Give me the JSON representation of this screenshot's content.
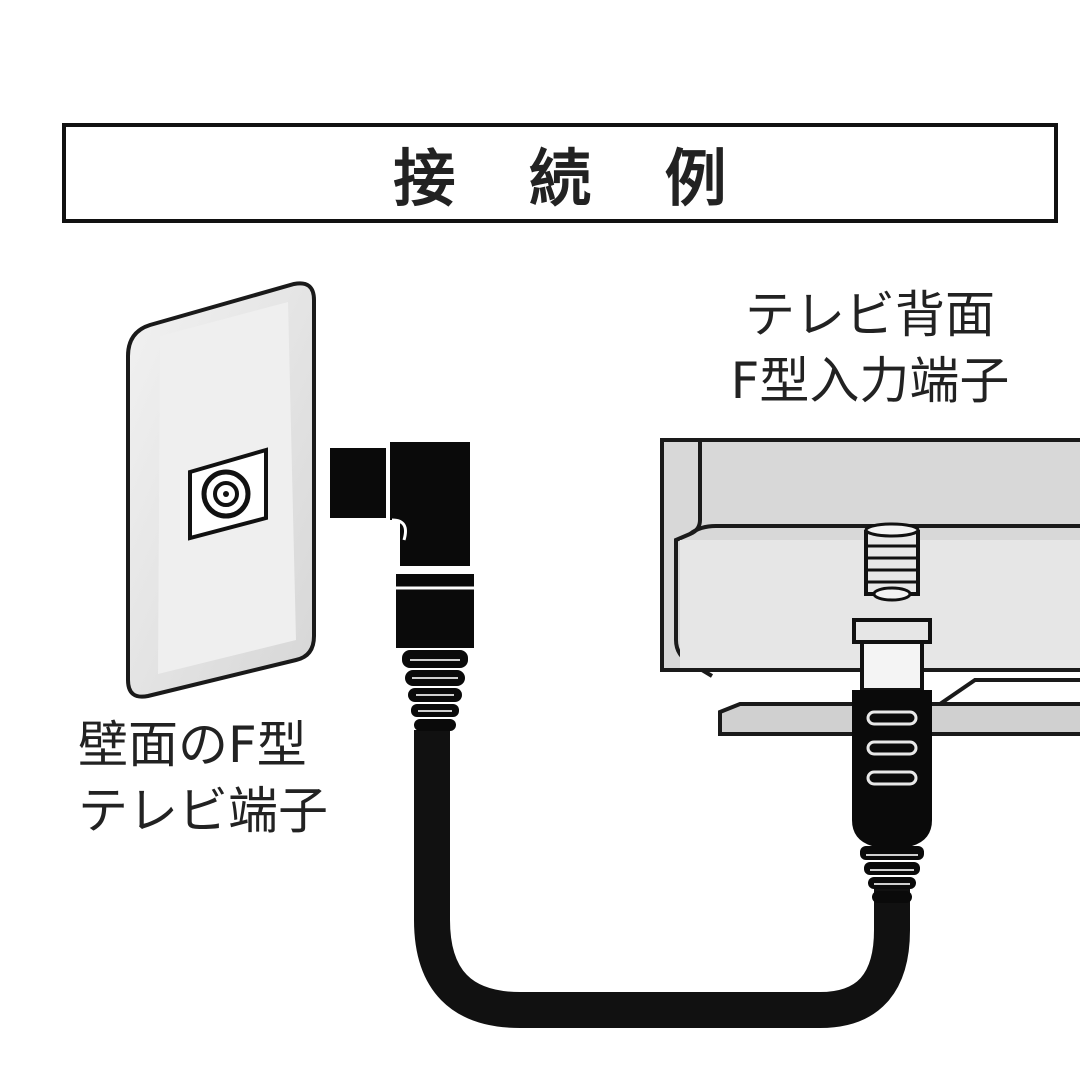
{
  "title": "接 続 例",
  "wall_label": {
    "line1": "壁面のF型",
    "line2": "テレビ端子"
  },
  "tv_label": {
    "line1": "テレビ背面",
    "line2": "F型入力端子"
  }
}
